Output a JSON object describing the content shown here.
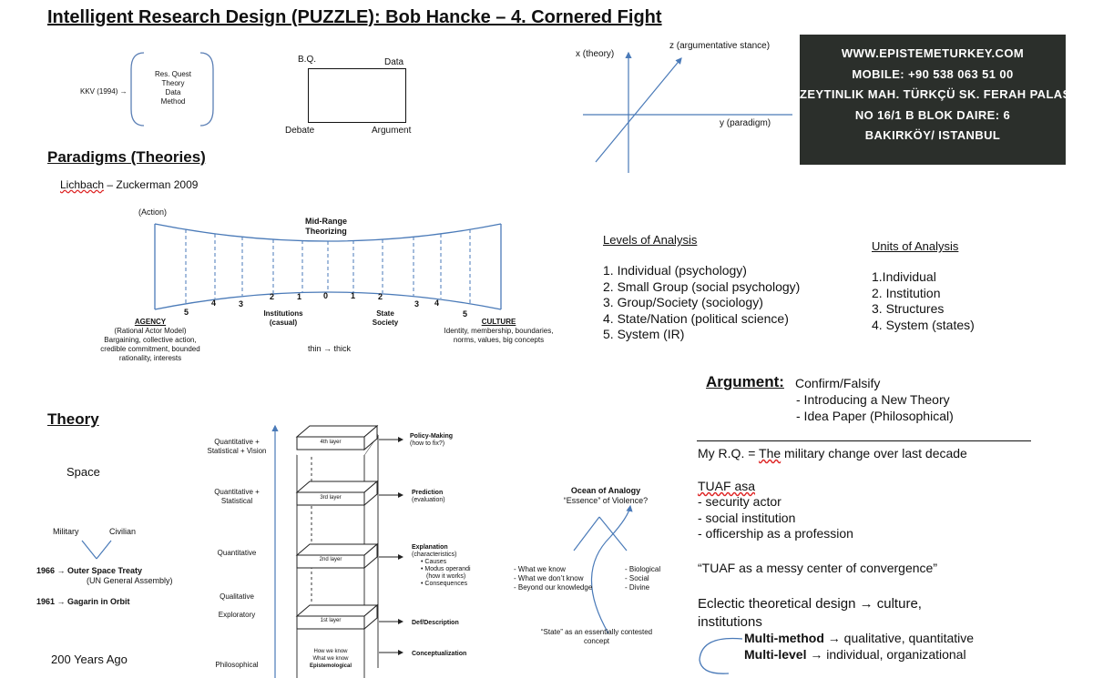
{
  "title": "Intelligent Research Design (PUZZLE): Bob Hancke – 4. Cornered Fight",
  "kkv": {
    "ref": "KKV (1994) →",
    "items": [
      "Res. Quest",
      "Theory",
      "Data",
      "Method"
    ]
  },
  "square": {
    "bq": "B.Q.",
    "data": "Data",
    "debate": "Debate",
    "argument": "Argument"
  },
  "axes": {
    "x": "x (theory)",
    "z": "z (argumentative stance)",
    "y": "y (paradigm)"
  },
  "ad": {
    "lines": [
      "WWW.EPISTEMETURKEY.COM",
      "MOBILE: +90 538 063 51 00",
      "ZEYTINLIK MAH. TÜRKÇÜ SK. FERAH PALAS APT.",
      "NO 16/1  B BLOK DAIRE: 6",
      "BAKIRKÖY/ ISTANBUL"
    ]
  },
  "paradigms": {
    "heading": "Paradigms (Theories)",
    "ref_name": "Lichbach",
    "ref_rest": " – Zuckerman 2009"
  },
  "spectrum": {
    "action": "(Action)",
    "mid_range": "Mid-Range Theorizing",
    "numbers": [
      "5",
      "4",
      "3",
      "2",
      "1",
      "0",
      "1",
      "2",
      "3",
      "4",
      "5"
    ],
    "institutions": "Institutions (casual)",
    "state": "State Society",
    "agency": "AGENCY",
    "agency_sub": "(Rational Actor Model)",
    "agency_desc": "Bargaining, collective action, credible commitment, bounded rationality, interests",
    "thin_thick": "thin → thick",
    "culture": "CULTURE",
    "culture_desc": "Identity, membership, boundaries, norms, values, big concepts"
  },
  "levels": {
    "heading": "Levels of Analysis",
    "items": [
      "1. Individual (psychology)",
      "2. Small Group (social psychology)",
      "3. Group/Society (sociology)",
      "4. State/Nation (political science)",
      "5. System (IR)"
    ]
  },
  "units": {
    "heading": "Units of Analysis",
    "items": [
      "1.Individual",
      "2. Institution",
      "3. Structures",
      "4. System (states)"
    ]
  },
  "argument": {
    "heading": "Argument:",
    "first": "Confirm/Falsify",
    "items": [
      "- Introducing a New Theory",
      "- Idea Paper (Philosophical)"
    ]
  },
  "my_rq": {
    "prefix": "My R.Q. = ",
    "the": "The",
    "rest": " military change over last decade"
  },
  "tuaf": {
    "heading": "TUAF asa",
    "items": [
      "- security actor",
      "- social institution",
      "- officership as a profession"
    ],
    "quote": "“TUAF as a messy center of convergence”",
    "eclectic": "Eclectic theoretical design → culture, institutions",
    "multi_method_b": "Multi-method →",
    "multi_method_r": " qualitative, quantitative",
    "multi_level_b": "Multi-level →",
    "multi_level_r": " individual, organizational"
  },
  "theory": {
    "heading": "Theory",
    "space": "Space",
    "military": "Military",
    "civilian": "Civilian",
    "y1966": "1966 → Outer Space Treaty",
    "y1966b": "(UN General Assembly)",
    "y1961": "1961 → Gagarin in Orbit",
    "years_ago": "200 Years Ago"
  },
  "layers": {
    "methods": [
      "Quantitative + Statistical + Vision",
      "Quantitative + Statistical",
      "Quantitative",
      "Qualitative",
      "Exploratory",
      "Philosophical"
    ],
    "boxes": [
      "4th layer",
      "3rd layer",
      "2nd layer",
      "1st layer"
    ],
    "bottom": [
      "How we know",
      "What we know",
      "Epistemological"
    ],
    "outputs": [
      {
        "title": "Policy-Making",
        "sub": "(how to fix?)"
      },
      {
        "title": "Prediction",
        "sub": "(evaluation)"
      },
      {
        "title": "Explanation",
        "sub": "(characteristics)"
      },
      {
        "title": "Def/Description",
        "sub": ""
      },
      {
        "title": "Conceptualization",
        "sub": ""
      }
    ],
    "explanation_bullets": [
      "Causes",
      "Modus operandi",
      "(how it works)",
      "Consequences"
    ]
  },
  "ocean": {
    "title": "Ocean of Analogy",
    "sub": "“Essence” of Violence?",
    "left": [
      "- What we know",
      "- What we don’t know",
      "- Beyond our knowledge"
    ],
    "right": [
      "- Biological",
      "- Social",
      "- Divine"
    ],
    "state": "“State” as an essentially contested concept"
  }
}
